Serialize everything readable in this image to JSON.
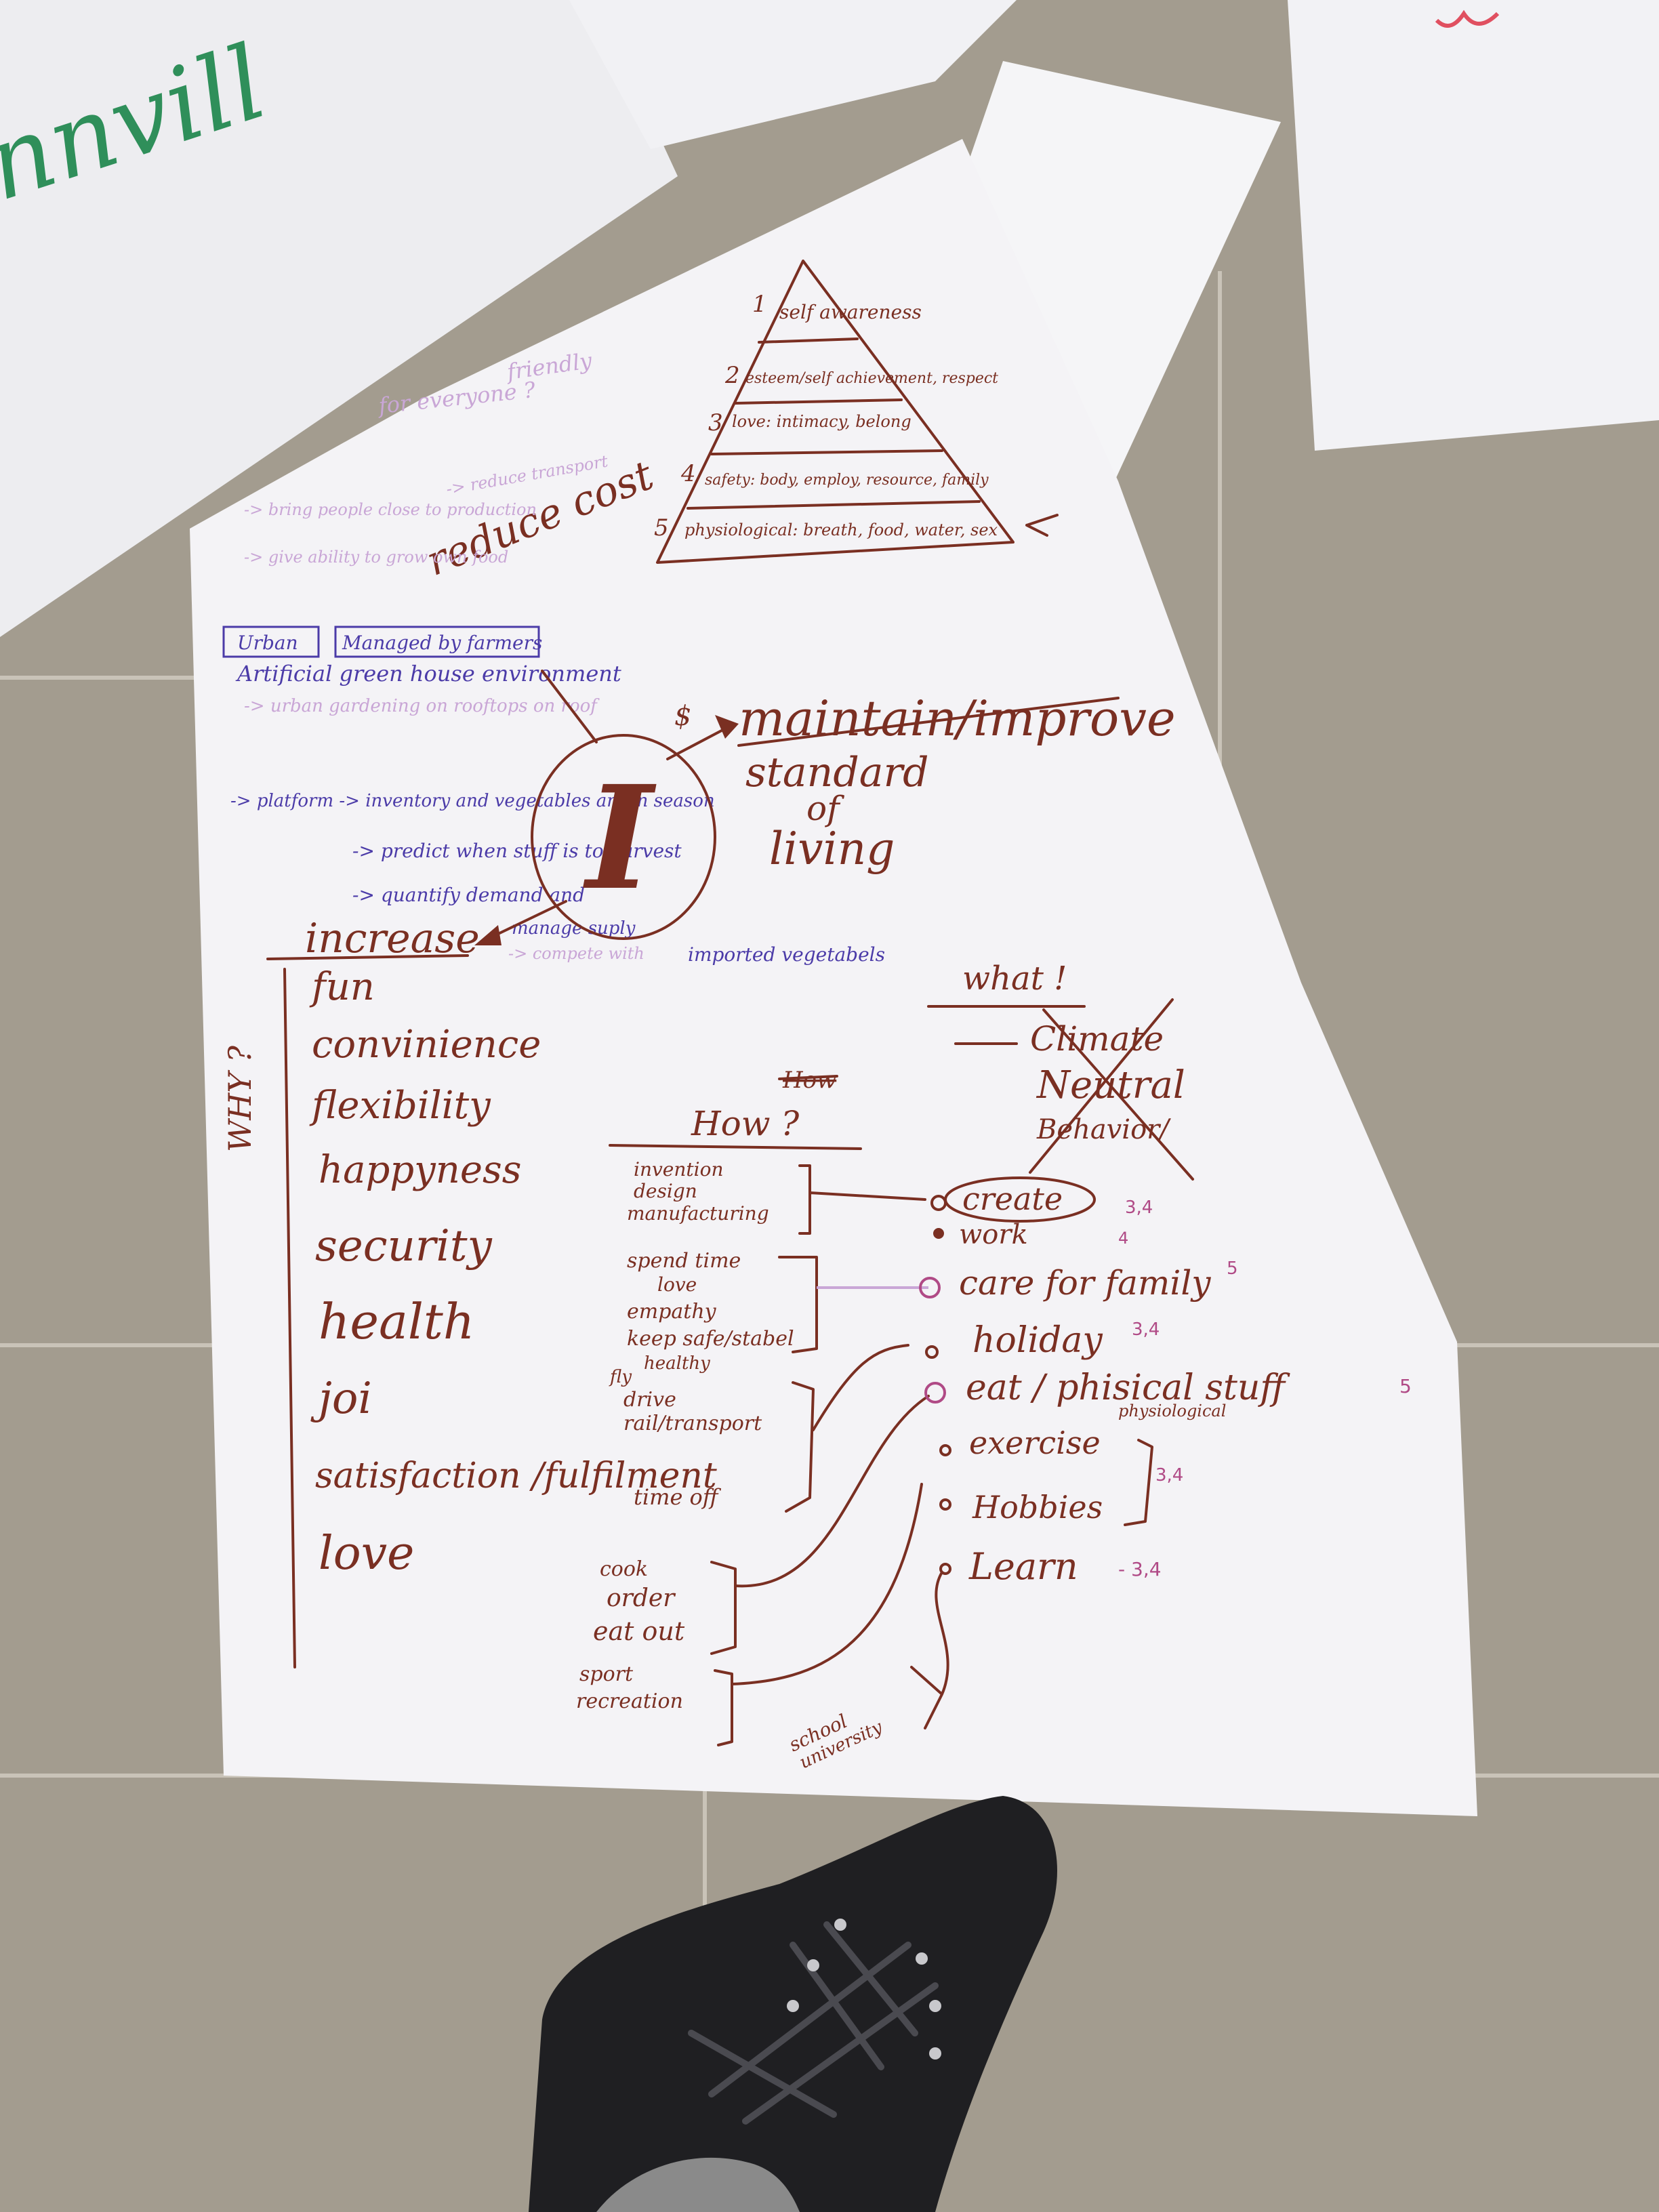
{
  "colors": {
    "floor": "#a39c8f",
    "paper": "#f4f3f6",
    "ink_brown": "#7a2f22",
    "ink_purple": "#4b3ba8",
    "ink_faint": "#c9a6d6",
    "ink_pink": "#b04a86",
    "shoe": "#1f1f22"
  },
  "pyramid": {
    "levels": [
      {
        "num": "1",
        "text": "self awareness"
      },
      {
        "num": "2",
        "text": "esteem/self achievement, respect"
      },
      {
        "num": "3",
        "text": "love: intimacy, belong"
      },
      {
        "num": "4",
        "text": "safety: body, employ, resource, family"
      },
      {
        "num": "5",
        "text": "physiological: breath, food, water, sex"
      }
    ]
  },
  "top_notes": {
    "reduce_cost": "reduce cost",
    "faint_friendly": "friendly",
    "faint_everyone": "for everyone ?",
    "faint_bring_people": "-> bring people close to production",
    "faint_give_ability": "-> give ability to grow own food",
    "faint_reduce_transport": "-> reduce transport"
  },
  "left_notes": {
    "box_urban": "Urban",
    "box_managed": "Managed by farmers",
    "greenhouse": "Artificial green house environment",
    "faint_urban_gardening": "-> urban gardening on rooftops on roof",
    "platform": "-> platform -> inventory and vegetables are in season",
    "predict": "-> predict when stuff is to harvest",
    "quantify": "-> quantify demand and",
    "manage_supply": "manage suply",
    "imported": "imported vegetabels",
    "faint_compete": "-> compete with"
  },
  "center": {
    "letter": "I",
    "dollar": "$",
    "maintain": "maintain/improve",
    "standard": "standard",
    "of": "of",
    "living": "living",
    "increase": "increase"
  },
  "why": {
    "label": "WHY ?",
    "items": [
      "fun",
      "convinience",
      "flexibility",
      "happyness",
      "security",
      "health",
      "joi",
      "satisfaction /fulfilment",
      "love"
    ]
  },
  "what": {
    "label": "what !",
    "crossed": [
      "Climate",
      "Neutral",
      "Behavior/"
    ]
  },
  "how": {
    "crossed_word": "How",
    "label": "How ?",
    "groups": [
      [
        "invention",
        "design",
        "manufacturing"
      ],
      [
        "spend time",
        "love",
        "empathy",
        "keep safe/stabel",
        "healthy"
      ],
      [
        "fly",
        "drive",
        "rail/transport",
        "time off"
      ],
      [
        "cook",
        "order",
        "eat out"
      ],
      [
        "sport",
        "recreation"
      ],
      [
        "school",
        "university"
      ]
    ]
  },
  "activities": [
    {
      "label": "create",
      "score": "3,4"
    },
    {
      "label": "work",
      "score": "4"
    },
    {
      "label": "care for family",
      "score": "5"
    },
    {
      "label": "holiday",
      "score": "3,4"
    },
    {
      "label": "eat / phisical stuff",
      "sub": "physiological",
      "score": "5"
    },
    {
      "label": "exercise",
      "score": ""
    },
    {
      "label": "Hobbies",
      "score": "3,4"
    },
    {
      "label": "Learn",
      "score": "- 3,4"
    }
  ],
  "top_left_fragment": "nnvill"
}
